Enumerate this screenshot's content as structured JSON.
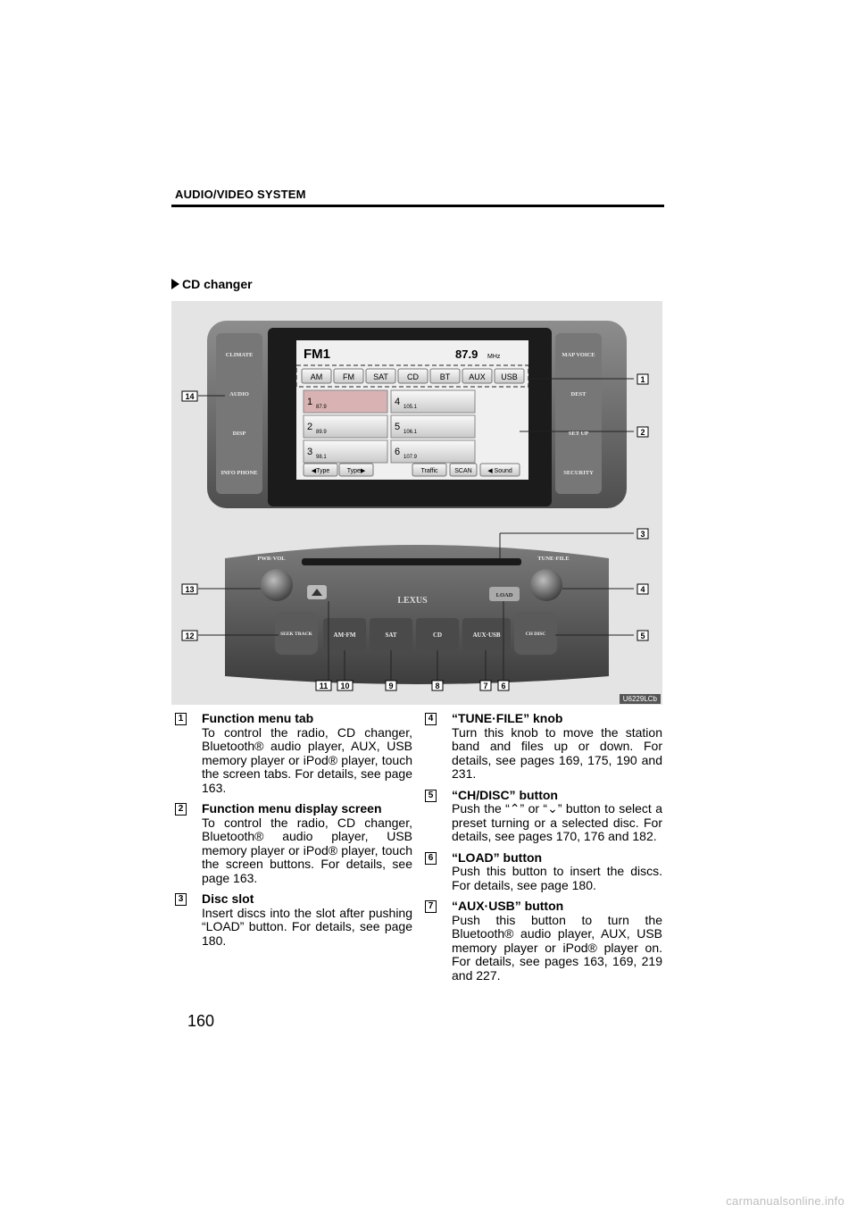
{
  "header": {
    "title": "AUDIO/VIDEO SYSTEM"
  },
  "section": {
    "title": "CD changer"
  },
  "figure": {
    "code": "U6229LCb",
    "screen": {
      "band": "FM1",
      "frequency": "87.9",
      "unit": "MHz",
      "tabs": [
        "AM",
        "FM",
        "SAT",
        "CD",
        "BT",
        "AUX",
        "USB"
      ],
      "presets": [
        {
          "n": "1",
          "f": "87.9"
        },
        {
          "n": "2",
          "f": "89.9"
        },
        {
          "n": "3",
          "f": "98.1"
        },
        {
          "n": "4",
          "f": "105.1"
        },
        {
          "n": "5",
          "f": "106.1"
        },
        {
          "n": "6",
          "f": "107.9"
        }
      ],
      "bottom": [
        "◀Type",
        "Type▶",
        "Traffic",
        "SCAN",
        "◀ Sound"
      ]
    },
    "left_buttons": [
      "CLIMATE",
      "AUDIO",
      "DISP",
      "INFO PHONE"
    ],
    "right_buttons": [
      "MAP VOICE",
      "DEST",
      "SET UP",
      "SECURITY"
    ],
    "panel": {
      "pwr_vol": "PWR·VOL",
      "tune_file": "TUNE·FILE",
      "brand": "LEXUS",
      "load": "LOAD",
      "seek_track": "SEEK TRACK",
      "ch_disc": "CH DISC",
      "buttons": [
        "AM·FM",
        "SAT",
        "CD",
        "AUX·USB"
      ]
    },
    "callouts": [
      "1",
      "2",
      "3",
      "4",
      "5",
      "6",
      "7",
      "8",
      "9",
      "10",
      "11",
      "12",
      "13",
      "14"
    ]
  },
  "items_left": [
    {
      "n": "1",
      "title": "Function menu tab",
      "body": "To control the radio, CD changer, Bluetooth® audio player, AUX, USB memory player or iPod® player, touch the screen tabs.  For details, see page 163."
    },
    {
      "n": "2",
      "title": "Function menu display screen",
      "body": "To control the radio, CD changer, Bluetooth® audio player, USB memory player or iPod® player, touch the screen buttons.  For details, see page 163."
    },
    {
      "n": "3",
      "title": "Disc slot",
      "body": "Insert discs into the slot after pushing “LOAD” button.  For details, see page 180."
    }
  ],
  "items_right": [
    {
      "n": "4",
      "title": "“TUNE·FILE” knob",
      "body": "Turn this knob to move the station band and files up or down.  For details, see pages 169, 175, 190 and 231."
    },
    {
      "n": "5",
      "title": "“CH/DISC” button",
      "body": "Push the “⌃” or “⌄” button to select a preset turning or a selected disc. For details, see pages 170, 176 and 182."
    },
    {
      "n": "6",
      "title": "“LOAD” button",
      "body": "Push this button to insert the discs. For details, see page 180."
    },
    {
      "n": "7",
      "title": "“AUX·USB” button",
      "body": "Push this button to turn the Bluetooth® audio player, AUX, USB memory player or iPod® player on. For details, see pages 163, 169, 219 and 227."
    }
  ],
  "page_number": "160",
  "watermark": "carmanualsonline.info"
}
